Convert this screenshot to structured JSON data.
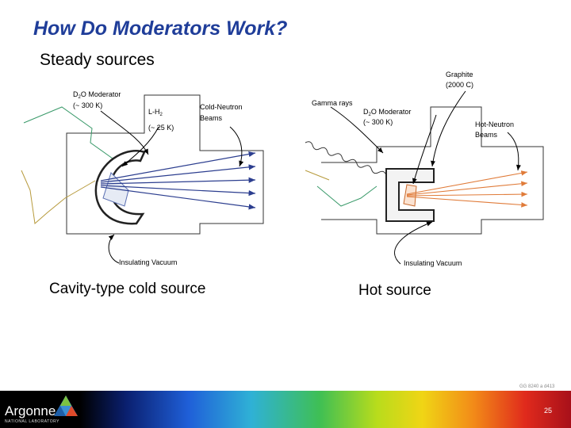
{
  "slide": {
    "title": "How Do Moderators Work?",
    "subtitle": "Steady sources",
    "footer_code": "GG 8240 a d413",
    "page_number": "25"
  },
  "logo": {
    "name": "Argonne",
    "tagline": "NATIONAL LABORATORY"
  },
  "cold_source": {
    "caption": "Cavity-type cold source",
    "labels": {
      "d2o_line1": "D",
      "d2o_sub": "2",
      "d2o_line1_rest": "O Moderator",
      "d2o_line2": "(~ 300 K)",
      "lh2_line1": "L-H",
      "lh2_sub": "2",
      "lh2_line2": "(~ 25 K)",
      "beams_line1": "Cold-Neutron",
      "beams_line2": "Beams",
      "vacuum": "Insulating Vacuum"
    }
  },
  "hot_source": {
    "caption": "Hot source",
    "labels": {
      "graphite_line1": "Graphite",
      "graphite_line2": "(2000 C)",
      "gamma": "Gamma rays",
      "d2o_line1": "D",
      "d2o_sub": "2",
      "d2o_line1_rest": "O Moderator",
      "d2o_line2": "(~ 300 K)",
      "beams_line1": "Hot-Neutron",
      "beams_line2": "Beams",
      "vacuum": "Insulating Vacuum"
    }
  },
  "colors": {
    "title": "#1f3d99",
    "cold_beam": "#2c3e8f",
    "hot_beam": "#e07b39"
  }
}
